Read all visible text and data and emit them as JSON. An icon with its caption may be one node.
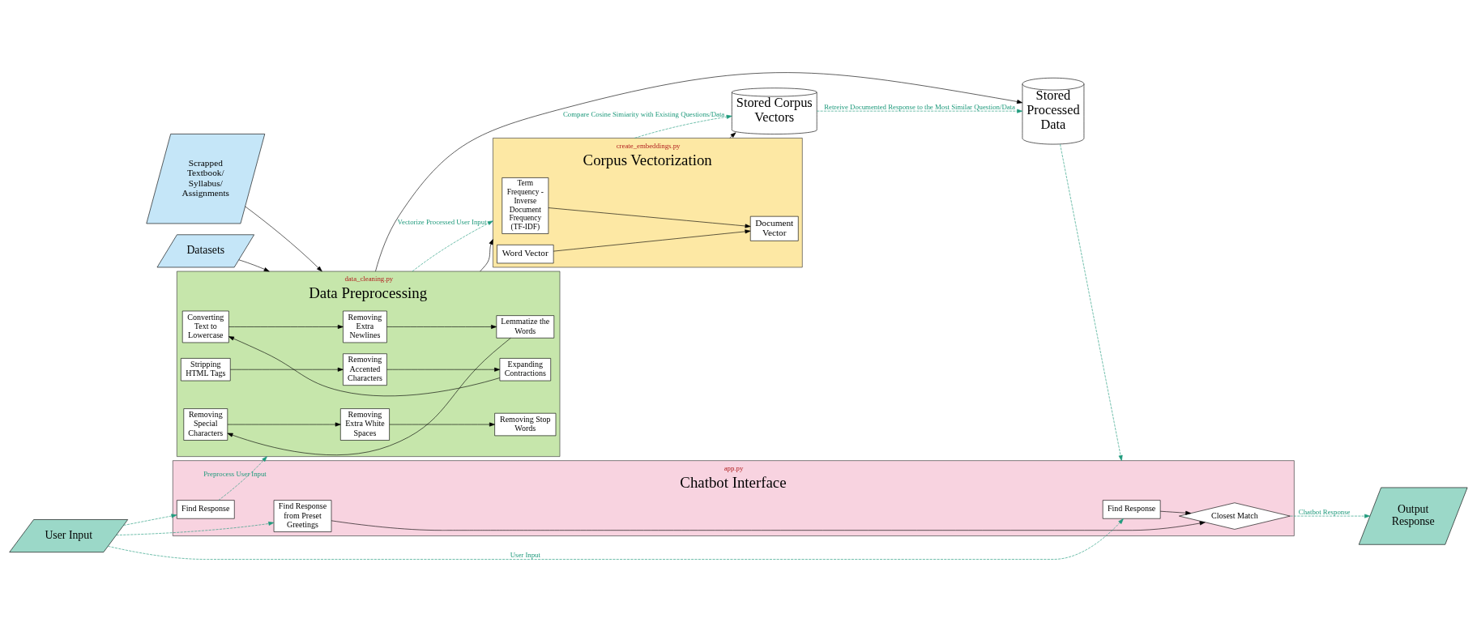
{
  "diagram": {
    "nodes": [
      {
        "text": [
          "Datasets"
        ]
      },
      {
        "text": [
          "Scrapped Textbook/ Syllabus/ Assignments"
        ]
      },
      {
        "text": [
          "Data Preprocessing"
        ],
        "beside": [
          "data_cleaning.py"
        ]
      },
      {
        "text": [
          "Stripping HTML Tags"
        ],
        "in": 2
      },
      {
        "text": [
          "Removing Accented Characters"
        ],
        "in": 2
      },
      {
        "text": [
          "Expanding Contractions"
        ],
        "in": 2
      },
      {
        "text": [
          "Converting Text to Lowercase"
        ],
        "in": 2
      },
      {
        "text": [
          "Removing Extra Newlines"
        ],
        "in": 2
      },
      {
        "text": [
          "Lemmatize the Words"
        ],
        "in": 2
      },
      {
        "text": [
          "Removing Special Characters"
        ],
        "in": 2
      },
      {
        "text": [
          "Removing Extra White Spaces"
        ],
        "in": 2
      },
      {
        "text": [
          "Removing Stop Words"
        ],
        "in": 2
      },
      {
        "text": [
          "Stored Processed Data"
        ]
      },
      {
        "text": [
          "Stored Corpus Vectors"
        ]
      },
      {
        "text": [
          "Corpus Vectorization"
        ],
        "beside": [
          "create_embeddings.py"
        ]
      },
      {
        "text": [
          "Word Vector"
        ],
        "in": 14
      },
      {
        "text": [
          "Term Frequency - Inverse Document Frequency (TF-IDF)"
        ],
        "in": 14
      },
      {
        "text": [
          "Document Vector"
        ],
        "in": 14
      },
      {
        "text": [
          "Chatbot Interface"
        ],
        "beside": [
          "app.py"
        ]
      },
      {
        "text": [
          "Closest Match"
        ],
        "in": 18
      },
      {
        "text": [
          "Find Response"
        ],
        "in": 18
      },
      {
        "text": [
          "Find Response"
        ],
        "in": 18
      },
      {
        "text": [
          "Find Response from Preset Greetings"
        ],
        "in": 18
      },
      {
        "text": [
          "User Input"
        ]
      },
      {
        "text": [
          "Output Response"
        ]
      }
    ],
    "edges": [
      {
        "from": 0,
        "to": 2,
        "arrow": "to"
      },
      {
        "from": 1,
        "to": 2,
        "arrow": "to"
      },
      {
        "from": 3,
        "to": 4,
        "arrow": "to"
      },
      {
        "from": 4,
        "to": 5,
        "arrow": "to"
      },
      {
        "from": 5,
        "to": 6,
        "arrow": "to"
      },
      {
        "from": 6,
        "to": 7,
        "arrow": "to"
      },
      {
        "from": 7,
        "to": 8,
        "arrow": "to"
      },
      {
        "from": 8,
        "to": 9,
        "arrow": "to"
      },
      {
        "from": 9,
        "to": 10,
        "arrow": "to"
      },
      {
        "from": 10,
        "to": 11,
        "arrow": "to"
      },
      {
        "from": 2,
        "to": 12,
        "arrow": "to"
      },
      {
        "from": 2,
        "to": 14,
        "arrow": "to"
      },
      {
        "from": 15,
        "to": 17,
        "arrow": "to"
      },
      {
        "from": 16,
        "to": 17,
        "arrow": "to"
      },
      {
        "from": 14,
        "to": 13,
        "arrow": "to"
      },
      {
        "from": 2,
        "to": 14,
        "arrow": "to",
        "label": "Vectorize Processed User Input",
        "style": "dashed",
        "color": "#1f9a7c"
      },
      {
        "from": 14,
        "to": 13,
        "arrow": "to",
        "label": "Compare Cosine Simiarity with Existing Questions/Data",
        "style": "dashed",
        "color": "#1f9a7c"
      },
      {
        "from": 13,
        "to": 12,
        "arrow": "to",
        "label": "Retreive Documented Response to the Most Similar Question/Data",
        "style": "dashed",
        "color": "#1f9a7c"
      },
      {
        "from": 12,
        "to": 18,
        "arrow": "to",
        "style": "dashed",
        "color": "#1f9a7c"
      },
      {
        "from": 21,
        "to": 19,
        "arrow": "to"
      },
      {
        "from": 22,
        "to": 19,
        "arrow": "to"
      },
      {
        "from": 19,
        "to": 24,
        "arrow": "to",
        "label": "Chatbot Response",
        "style": "dashed",
        "color": "#1f9a7c"
      },
      {
        "from": 20,
        "to": 2,
        "arrow": "to",
        "label": "Preprocess User Input",
        "style": "dashed",
        "color": "#1f9a7c"
      },
      {
        "from": 23,
        "to": 21,
        "arrow": "to",
        "label": "User Input",
        "style": "dashed",
        "color": "#1f9a7c"
      },
      {
        "from": 23,
        "to": 20,
        "arrow": "to",
        "style": "dashed",
        "color": "#1f9a7c"
      },
      {
        "from": 23,
        "to": 22,
        "arrow": "to",
        "style": "dashed",
        "color": "#1f9a7c"
      }
    ]
  }
}
